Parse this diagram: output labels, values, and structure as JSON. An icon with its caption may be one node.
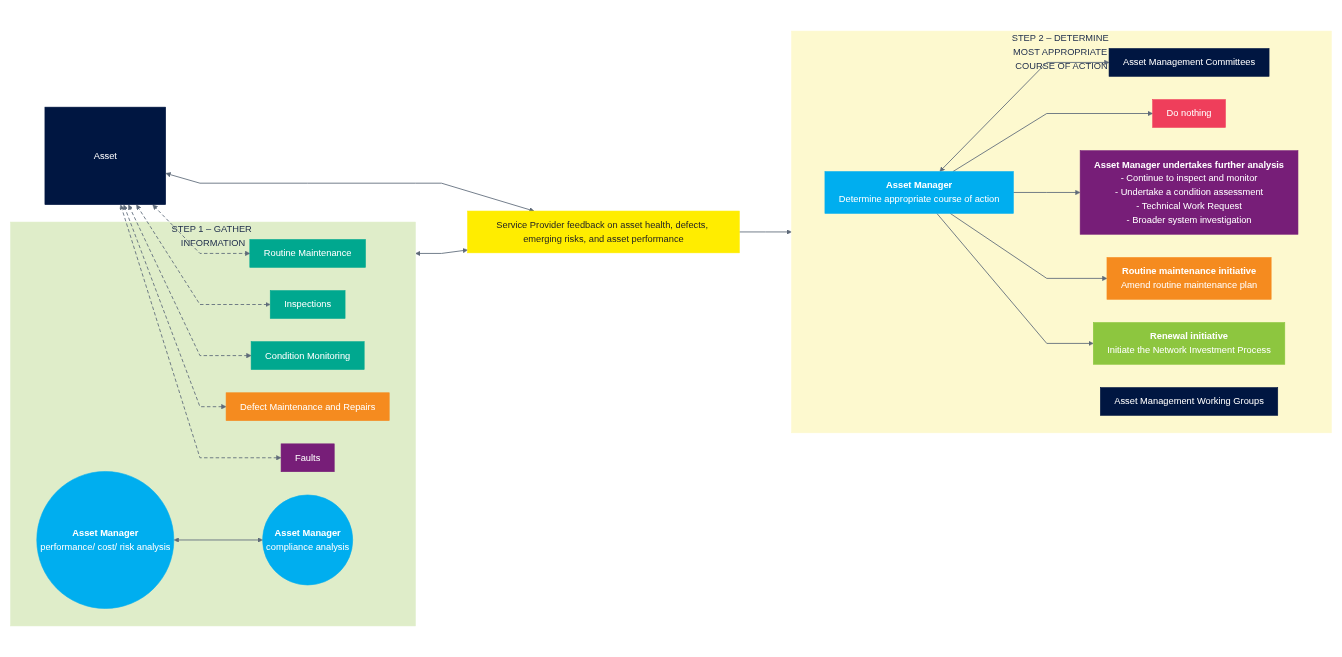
{
  "diagram": {
    "nodes": [
      {
        "text": [
          "Asset"
        ]
      },
      {
        "text": [
          "STEP 1 – GATHER INFORMATION"
        ]
      },
      {
        "text": [
          "Routine Maintenance"
        ],
        "in": 1
      },
      {
        "text": [
          "Inspections"
        ],
        "in": 1
      },
      {
        "text": [
          "Condition Monitoring"
        ],
        "in": 1
      },
      {
        "text": [
          "Defect Maintenance and Repairs"
        ],
        "in": 1
      },
      {
        "text": [
          "Faults"
        ],
        "in": 1
      },
      {
        "text": [
          "Asset Manager",
          "performance/ cost/ risk analysis"
        ],
        "in": 1
      },
      {
        "text": [
          "Asset Manager",
          "compliance analysis"
        ],
        "in": 1
      },
      {
        "text": [
          "Service Provider feedback on asset health, defects, emerging risks, and asset performance"
        ]
      },
      {
        "text": [
          "STEP 2 – DETERMINE MOST APPROPRIATE COURSE OF ACTION"
        ]
      },
      {
        "text": [
          "Asset Manager",
          "Determine appropriate course of action"
        ],
        "in": 10
      },
      {
        "text": [
          "Asset Management Committees"
        ],
        "in": 10
      },
      {
        "text": [
          "Asset Management Working Groups"
        ],
        "in": 10
      },
      {
        "text": [
          "Do nothing"
        ],
        "in": 10
      },
      {
        "text": [
          "Asset Manager undertakes further analysis",
          "- Continue to inspect and monitor",
          "- Undertake a condition assessment",
          "- Technical Work Request",
          "- Broader system investigation"
        ],
        "in": 10
      },
      {
        "text": [
          "Routine maintenance initiative",
          "Amend routine maintenance plan"
        ],
        "in": 10
      },
      {
        "text": [
          "Renewal initiative",
          "Initiate the Network Investment Process"
        ],
        "in": 10
      }
    ],
    "edges": [
      {
        "from": 0,
        "to": 2,
        "arrow": "both",
        "style": "dashed"
      },
      {
        "from": 0,
        "to": 3,
        "arrow": "both",
        "style": "dashed"
      },
      {
        "from": 0,
        "to": 4,
        "arrow": "both",
        "style": "dashed"
      },
      {
        "from": 0,
        "to": 5,
        "arrow": "both",
        "style": "dashed"
      },
      {
        "from": 0,
        "to": 6,
        "arrow": "both",
        "style": "dashed"
      },
      {
        "from": 0,
        "to": 9,
        "arrow": "both"
      },
      {
        "from": 1,
        "to": 9,
        "arrow": "both"
      },
      {
        "from": 7,
        "to": 8,
        "arrow": "both"
      },
      {
        "from": 9,
        "to": 10,
        "arrow": "to"
      },
      {
        "from": 11,
        "to": 12,
        "arrow": "both"
      },
      {
        "from": 11,
        "to": 14,
        "arrow": "to"
      },
      {
        "from": 11,
        "to": 15,
        "arrow": "to"
      },
      {
        "from": 11,
        "to": 16,
        "arrow": "to"
      },
      {
        "from": 11,
        "to": 17,
        "arrow": "to"
      }
    ]
  }
}
